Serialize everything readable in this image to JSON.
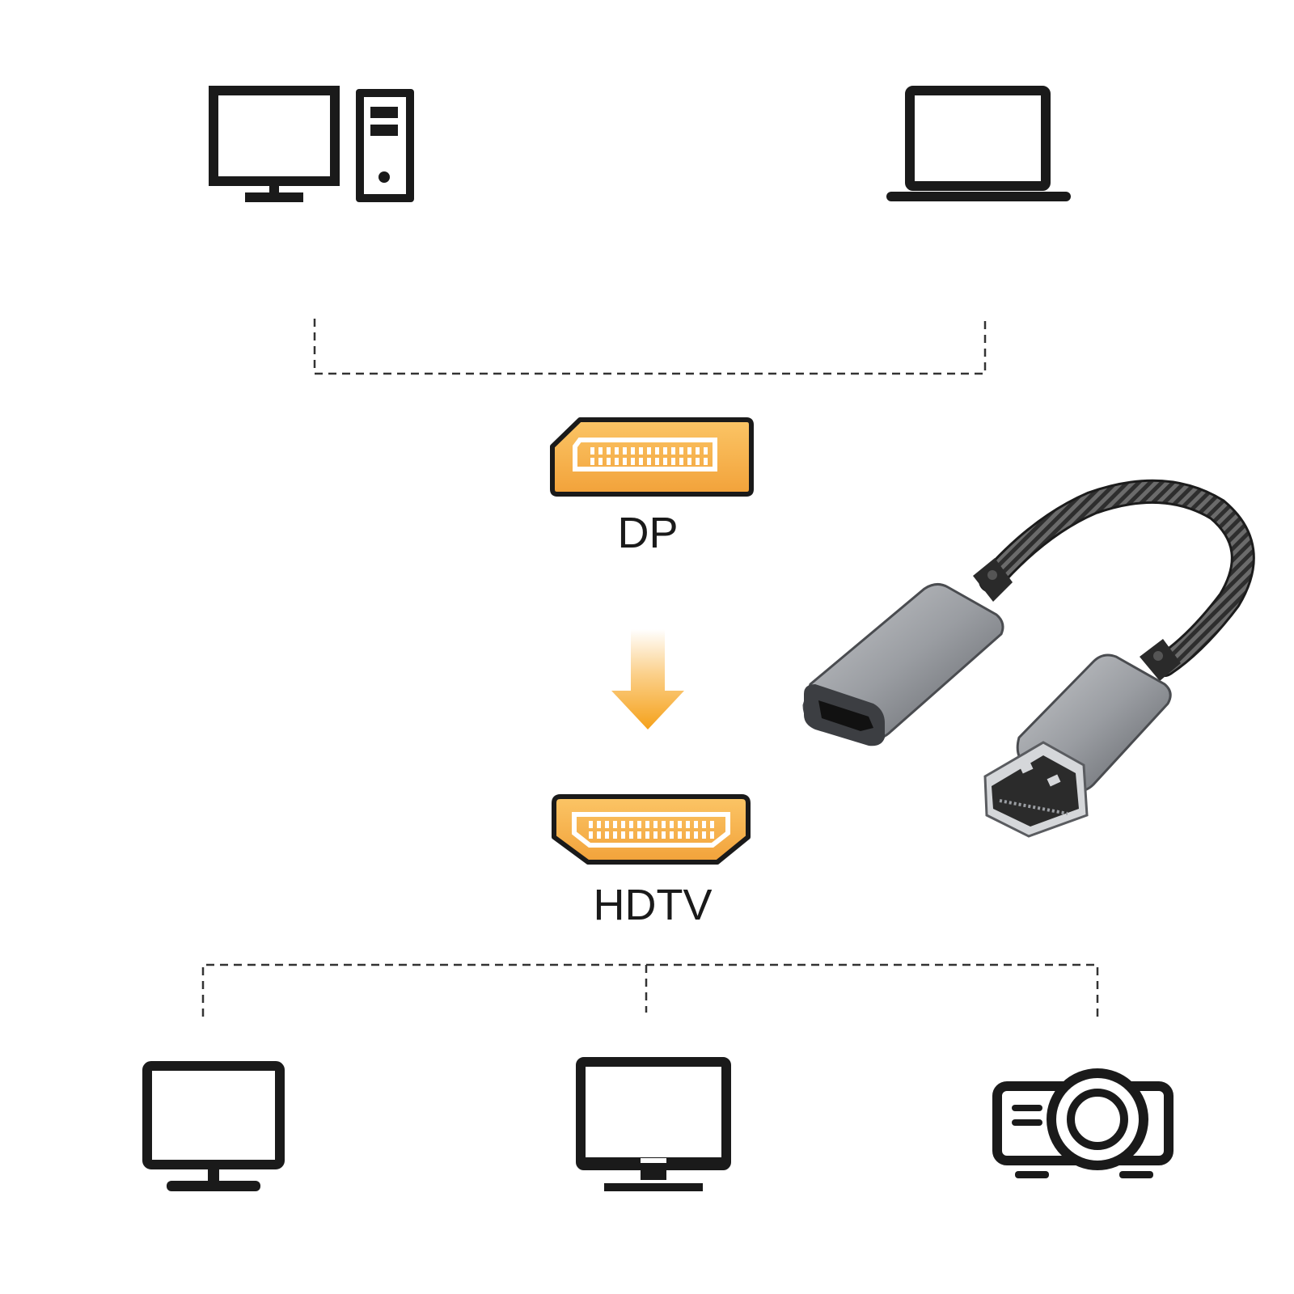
{
  "labels": {
    "source_port": "DP",
    "target_port": "HDTV"
  },
  "icons": {
    "sources": [
      "desktop-computer-icon",
      "laptop-icon"
    ],
    "port_in": "displayport-port-icon",
    "flow": "down-arrow-icon",
    "port_out": "hdmi-port-icon",
    "outputs": [
      "monitor-icon",
      "tv-icon",
      "projector-icon"
    ],
    "product": "dp-to-hdmi-adapter-cable"
  },
  "colors": {
    "port_fill": "#f7b04a",
    "port_border": "#1a1a1a",
    "arrow": "#f7a21c",
    "icon_stroke": "#1a1a1a",
    "metal": "#8e9196",
    "braid": "#3a3a3a"
  }
}
